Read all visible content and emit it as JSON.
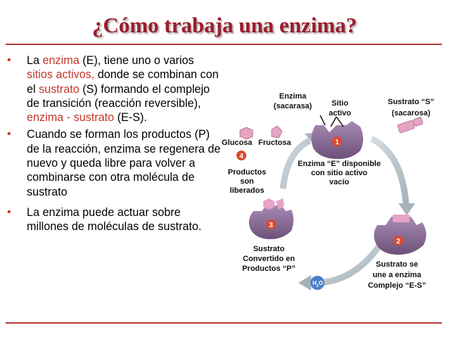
{
  "title": "¿Cómo trabaja una enzima?",
  "bullets": {
    "b1": {
      "t1": "La ",
      "enzima": "enzima",
      "t2": " (E), tiene uno o varios ",
      "sitios": "sitios activos,",
      "t3": " donde se combinan con el ",
      "sustrato": "sustrato",
      "t4": " (S) formando el complejo de transición (reacción reversible), ",
      "es": "enzima - sustrato",
      "t5": " (E-S)."
    },
    "b2": "Cuando se forman los productos (P) de la reacción, enzima se regenera de nuevo y queda libre para volver a combinarse con otra molécula de sustrato",
    "b3": "La enzima puede actuar sobre millones de moléculas de sustrato."
  },
  "diagram": {
    "enzima_label": [
      "Enzima",
      "(sacarasa)"
    ],
    "sitio_label": [
      "Sitio",
      "activo"
    ],
    "sustrato_label": [
      "Sustrato “S”",
      "(sacarosa)"
    ],
    "glucosa": "Glucosa",
    "fructosa": "Fructosa",
    "productos_label": [
      "Productos",
      "son",
      "liberados"
    ],
    "enzima_disp": [
      "Enzima “E” disponible",
      "con sitio activo",
      "vacío"
    ],
    "convertido": [
      "Sustrato",
      "Convertido en",
      "Productos “P”"
    ],
    "complejo": [
      "Sustrato se",
      "une a enzima",
      "Complejo “E-S”"
    ],
    "water": "H",
    "water_sub": "2",
    "water_o": "O",
    "steps": [
      "1",
      "2",
      "3",
      "4"
    ]
  },
  "colors": {
    "title": "#9b1d2c",
    "accent": "#c0392b",
    "enzyme": "#8a6a96",
    "substrate": "#e6a3c4",
    "arrow": "#b8c2c8"
  }
}
